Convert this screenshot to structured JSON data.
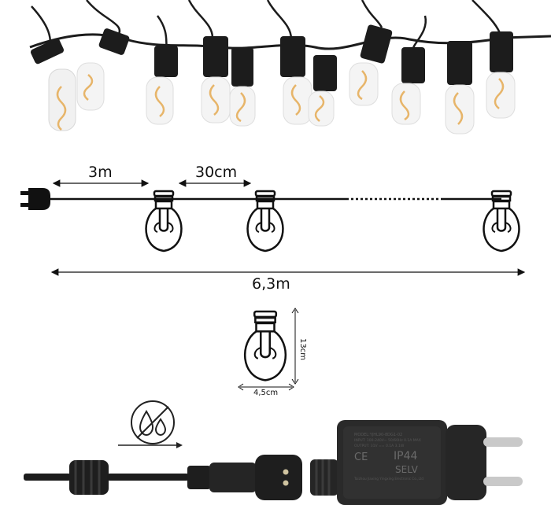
{
  "dimensions": {
    "lead_cable": "3m",
    "bulb_spacing": "30cm",
    "total_length": "6,3m",
    "bulb_height": "13cm",
    "bulb_width": "4,5cm"
  },
  "adapter": {
    "model_line": "MODEL:YJHL90-8DG1-02",
    "input_line": "INPUT: 100-240V~ 50/60Hz 0.1A MAX",
    "output_line": "OUTPUT: 31V == 0.1A 3.1W",
    "ip_rating": "IP44",
    "selv": "SELV",
    "maker_line": "Taizhou Jiaxing Yingxing Electronic Co.,Ltd",
    "marks": "CE"
  },
  "icons": {
    "photo": "string-lights-photo",
    "plug": "plug-icon",
    "bulb": "bulb-icon",
    "waterproof": "no-water-icon",
    "connector": "connector-icon",
    "adapter": "power-adapter-icon"
  },
  "colors": {
    "line": "#111111",
    "cable": "#1c1c1c",
    "glow": "#e7b56a",
    "adapter_body": "#2a2a2a",
    "prong": "#c9c9c9"
  }
}
